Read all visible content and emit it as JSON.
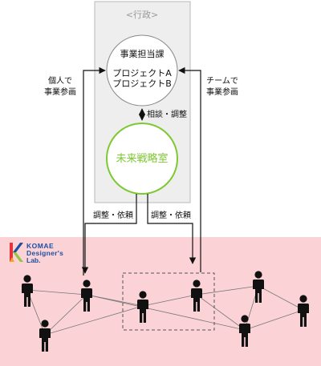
{
  "gov_label": "<行政>",
  "dept": {
    "title": "事業担当課",
    "projects": [
      "プロジェクトA",
      "プロジェクトB"
    ]
  },
  "mirai_label": "未来戦略室",
  "consult_label": "相談・調整",
  "left_side_label": [
    "個人で",
    "事業参画"
  ],
  "right_side_label": [
    "チームで",
    "事業参画"
  ],
  "adjust_left_label": "調整・依頼",
  "adjust_right_label": "調整・依頼",
  "logo": {
    "lines": [
      "KOMAE",
      "Designer's",
      "Lab."
    ]
  },
  "colors": {
    "community_bg": "#fbd3d6",
    "green_accent": "#7ec832",
    "gov_box_bg": "#eeeeee",
    "person": "#111111",
    "link_line": "#777777"
  }
}
